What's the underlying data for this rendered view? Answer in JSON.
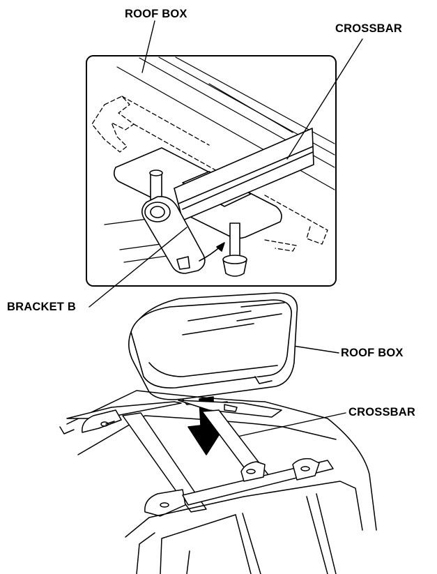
{
  "labels": {
    "inset_roof_box": "ROOF BOX",
    "inset_crossbar": "CROSSBAR",
    "bracket": "BRACKET B",
    "roof_box": "ROOF BOX",
    "crossbar": "CROSSBAR"
  },
  "icons": [
    "downward-arrow-icon",
    "small-curved-arrow-icon"
  ]
}
